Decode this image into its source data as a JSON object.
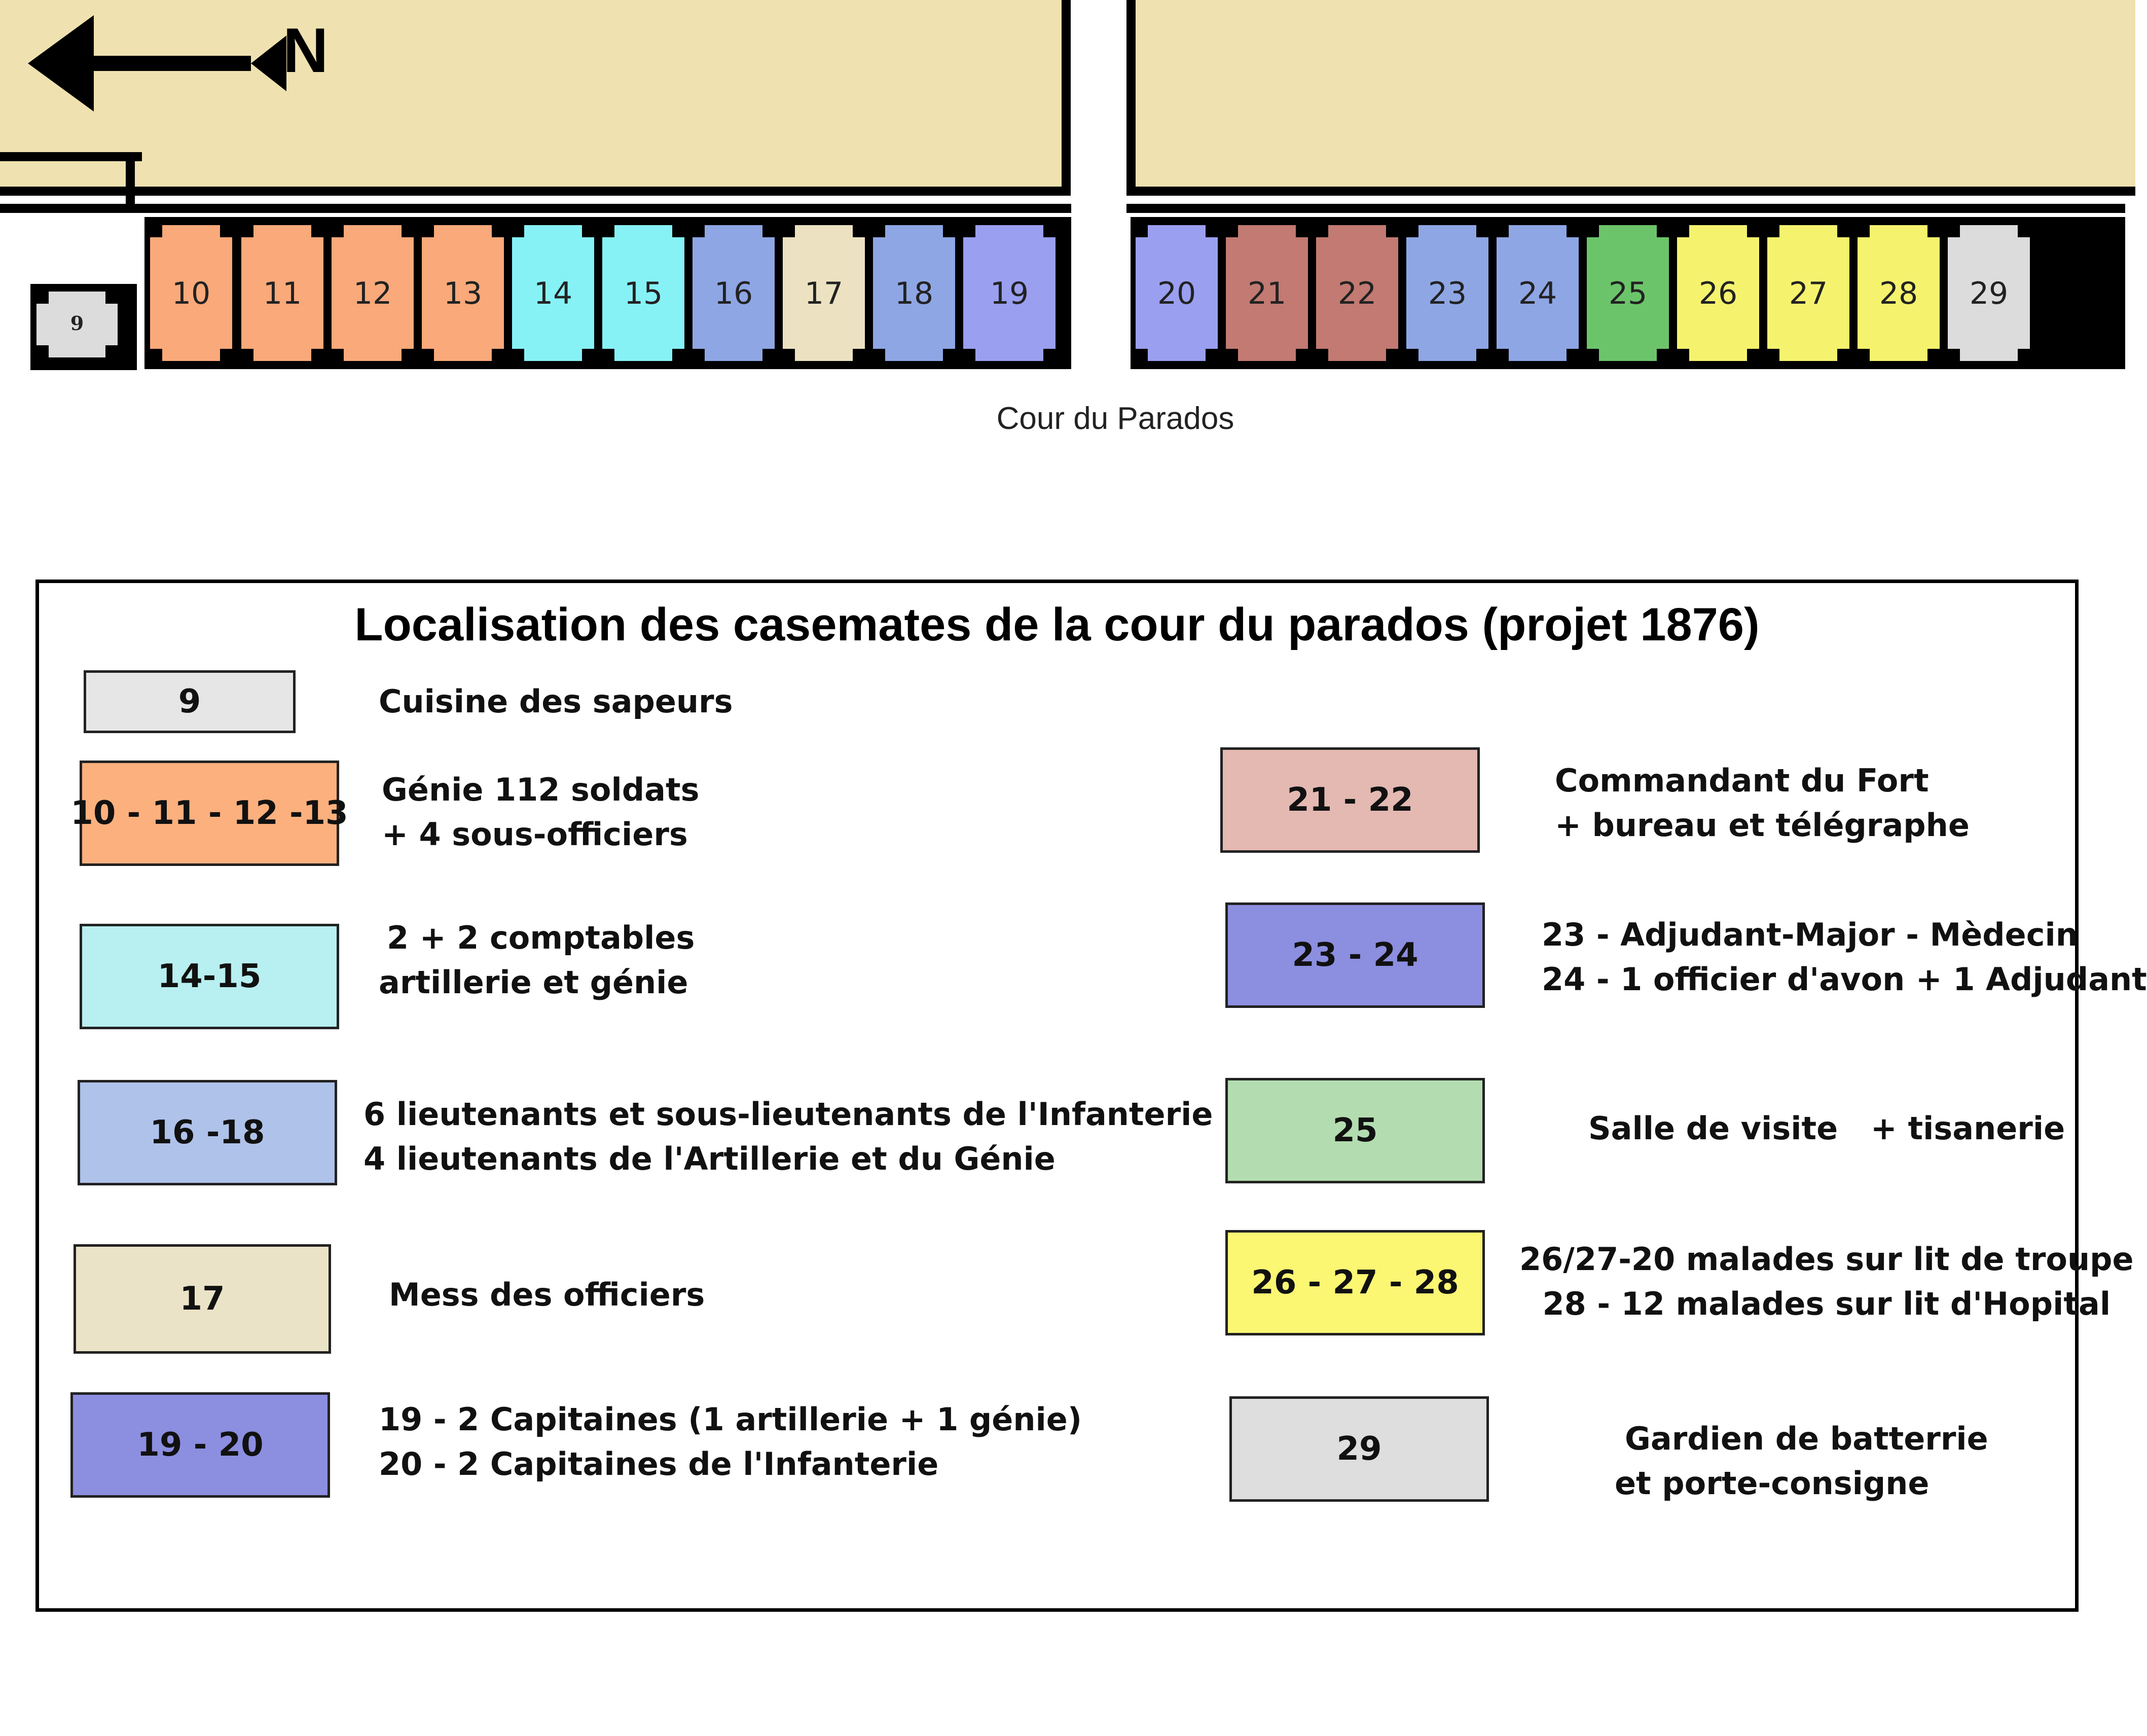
{
  "compass": {
    "label": "N",
    "icon": "arrow-left-icon"
  },
  "map": {
    "courtyard_label": "Cour du Parados",
    "colors": {
      "ground": "#efe2b0",
      "orange": "#f9a97a",
      "cyan": "#86f2f6",
      "steel": "#8ea6e4",
      "cream": "#ece2c2",
      "periwinkle": "#9a9ff0",
      "brown": "#c27a72",
      "green": "#6cc46a",
      "yellow": "#f5f36e",
      "grey": "#dcdcdc"
    },
    "casemates": [
      {
        "num": "9",
        "color": "#dcdcdc"
      },
      {
        "num": "10",
        "color": "#f9a97a"
      },
      {
        "num": "11",
        "color": "#f9a97a"
      },
      {
        "num": "12",
        "color": "#f9a97a"
      },
      {
        "num": "13",
        "color": "#f9a97a"
      },
      {
        "num": "14",
        "color": "#86f2f6"
      },
      {
        "num": "15",
        "color": "#86f2f6"
      },
      {
        "num": "16",
        "color": "#8ea6e4"
      },
      {
        "num": "17",
        "color": "#ece2c2"
      },
      {
        "num": "18",
        "color": "#8ea6e4"
      },
      {
        "num": "19",
        "color": "#9a9ff0"
      },
      {
        "num": "20",
        "color": "#9a9ff0"
      },
      {
        "num": "21",
        "color": "#c27a72"
      },
      {
        "num": "22",
        "color": "#c27a72"
      },
      {
        "num": "23",
        "color": "#8ea6e4"
      },
      {
        "num": "24",
        "color": "#8ea6e4"
      },
      {
        "num": "25",
        "color": "#6cc46a"
      },
      {
        "num": "26",
        "color": "#f5f36e"
      },
      {
        "num": "27",
        "color": "#f5f36e"
      },
      {
        "num": "28",
        "color": "#f5f36e"
      },
      {
        "num": "29",
        "color": "#dcdcdc"
      }
    ]
  },
  "legend": {
    "title": "Localisation des casemates de la cour du parados (projet 1876)",
    "entries": [
      {
        "key": "9",
        "color": "#e6e6e6",
        "lines": [
          "Cuisine des sapeurs"
        ]
      },
      {
        "key": "10 - 11 - 12 -13",
        "color": "#fbb07e",
        "lines": [
          "Génie 112 soldats",
          "+ 4 sous-officiers"
        ]
      },
      {
        "key": "14-15",
        "color": "#b8eff0",
        "lines": [
          "2 + 2 comptables",
          "artillerie et génie"
        ]
      },
      {
        "key": "16 -18",
        "color": "#afc2ea",
        "lines": [
          "6 lieutenants et sous-lieutenants de l'Infanterie",
          "4 lieutenants de l'Artillerie et du Génie"
        ]
      },
      {
        "key": "17",
        "color": "#ebe3c7",
        "lines": [
          "Mess des officiers"
        ]
      },
      {
        "key": "19 - 20",
        "color": "#8c8ee0",
        "lines": [
          "19 - 2 Capitaines (1 artillerie + 1 génie)",
          "20 - 2 Capitaines de l'Infanterie"
        ]
      },
      {
        "key": "21 - 22",
        "color": "#e3b9b2",
        "lines": [
          "Commandant du Fort",
          "+ bureau et télégraphe"
        ]
      },
      {
        "key": "23 - 24",
        "color": "#8c8ee0",
        "lines": [
          "23 - Adjudant-Major - Mèdecin",
          "24 - 1 officier d'avon + 1 Adjudant"
        ]
      },
      {
        "key": "25",
        "color": "#b3ddb0",
        "lines": [
          "Salle de visite   + tisanerie"
        ]
      },
      {
        "key": "26 - 27 - 28",
        "color": "#fbf773",
        "lines": [
          "26/27-20 malades sur lit de troupe",
          "28 - 12 malades sur lit d'Hopital"
        ]
      },
      {
        "key": "29",
        "color": "#dedede",
        "lines": [
          "Gardien de batterrie",
          "et porte-consigne"
        ]
      }
    ]
  }
}
